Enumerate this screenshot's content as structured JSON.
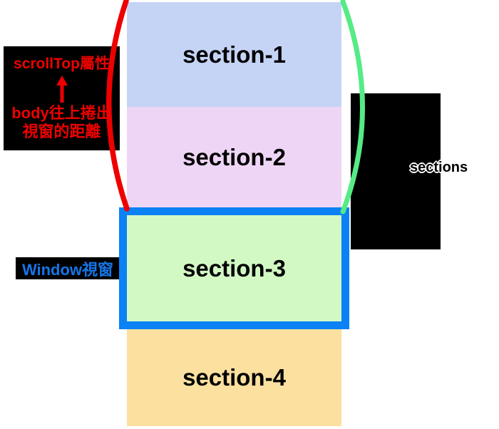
{
  "sections": [
    {
      "label": "section-1",
      "color": "#c5d4f5"
    },
    {
      "label": "section-2",
      "color": "#eed5f5"
    },
    {
      "label": "section-3",
      "color": "#d2f9c4"
    },
    {
      "label": "section-4",
      "color": "#fbe09f"
    }
  ],
  "annotations": {
    "scrolltop": {
      "title": "scrollTop屬性",
      "desc_line1": "body往上捲出",
      "desc_line2": "視窗的距離",
      "arrow_icon": "up-arrow-icon",
      "text_color": "#ee0000",
      "bg_color": "#000000"
    },
    "window": {
      "label": "Window視窗",
      "text_color": "#1476e8",
      "bg_color": "#000000"
    },
    "sections_callout": {
      "label": "sections",
      "bg_color": "#000000",
      "text_color": "#000000",
      "outline_color": "#ffffff"
    }
  },
  "colors": {
    "window_border_blue": "#0a81f5",
    "scrolled_range_curve_left": "#ee0000",
    "scrolled_range_curve_right": "#55eb85"
  }
}
